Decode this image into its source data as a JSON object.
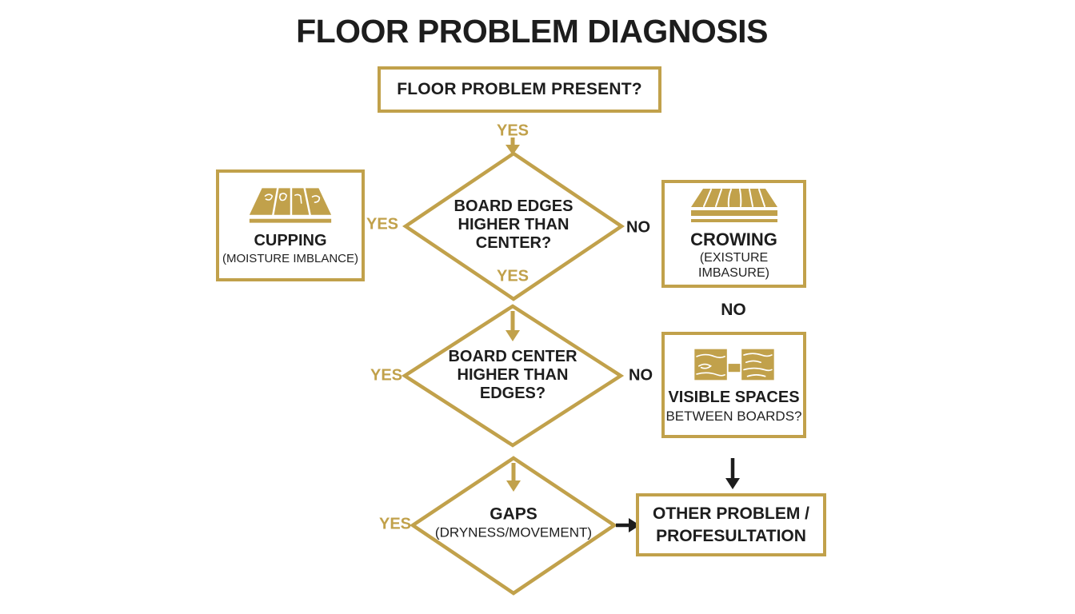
{
  "colors": {
    "gold": "#C1A14B",
    "ink": "#1D1D1D"
  },
  "title": "FLOOR PROBLEM DIAGNOSIS",
  "start": {
    "label": "FLOOR PROBLEM PRESENT?"
  },
  "edge_labels": {
    "start_yes": "YES",
    "d1_left_yes": "YES",
    "d1_right_no": "NO",
    "d1_bottom_yes": "YES",
    "d2_left_yes": "YES",
    "d2_right_no": "NO",
    "spaces_top_no": "NO",
    "d3_left_yes": "YES"
  },
  "diamonds": [
    {
      "id": "board-edges-higher-than-center",
      "lines": [
        "BOARD EDGES",
        "HIGHER THAN",
        "CENTER?"
      ]
    },
    {
      "id": "board-center-higher-than-edges",
      "lines": [
        "BOARD CENTER",
        "HIGHER THAN",
        "EDGES?"
      ]
    },
    {
      "id": "gaps",
      "main": "GAPS",
      "sub": "(DRYNESS/MOVEMENT)"
    }
  ],
  "results": {
    "cupping": {
      "title": "CUPPING",
      "subtitle": "(MOISTURE IMBLANCE)",
      "icon": "cupped-floorboards-icon"
    },
    "crowning": {
      "title": "CROWING",
      "subtitle": "(EXISTURE IMBASURE)",
      "icon": "crowned-board-icon"
    },
    "visible_spaces": {
      "title": "VISIBLE SPACES",
      "subtitle": "BETWEEN BOARDS?",
      "icon": "board-gap-icon"
    },
    "other": {
      "line1": "OTHER PROBLEM /",
      "line2": "PROFESULTATION"
    }
  }
}
